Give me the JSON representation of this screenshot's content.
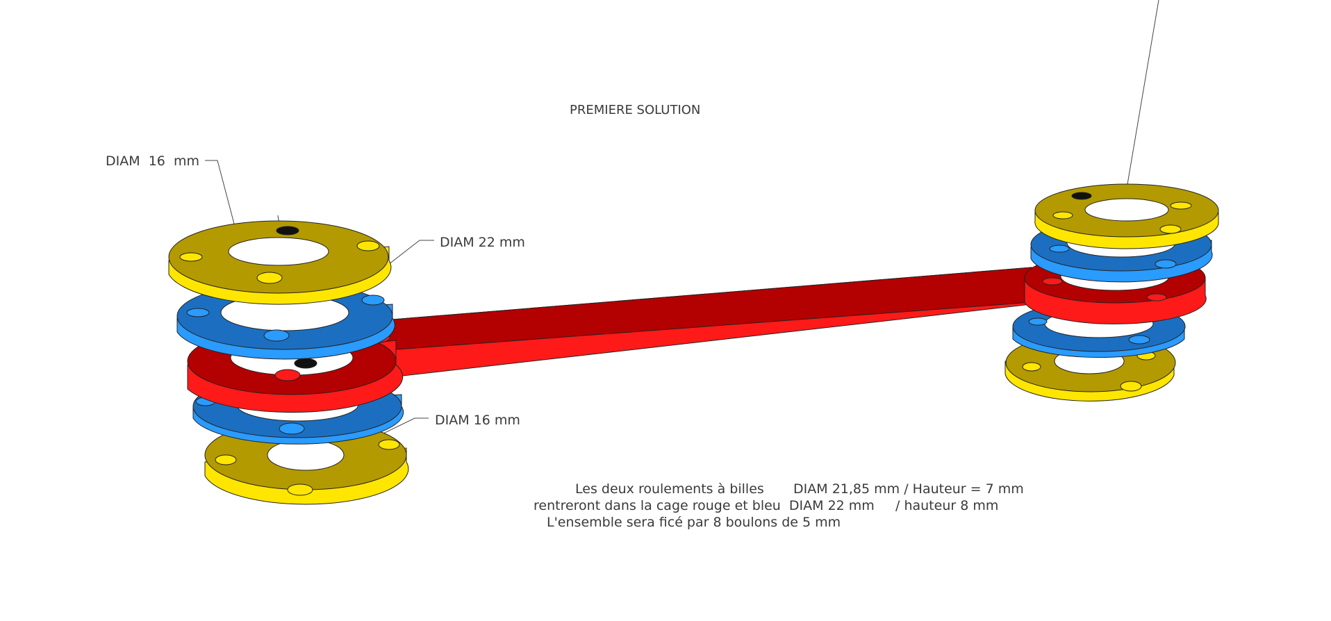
{
  "title": "PREMIERE SOLUTION",
  "labels": {
    "diam_16_top": "DIAM  16  mm",
    "diam_22": "DIAM 22 mm",
    "diam_16_bottom": "DIAM 16 mm"
  },
  "notes": [
    "Les deux roulements à billes       DIAM 21,85 mm / Hauteur = 7 mm",
    "rentreront dans la cage rouge et bleu  DIAM 22 mm     / hauteur 8 mm",
    "L'ensemble sera ficé par 8 boulons de 5 mm"
  ],
  "colors": {
    "yellow_top": "#b39a00",
    "yellow_side": "#ffe600",
    "blue_top": "#1c6fc0",
    "blue_side": "#2a9bff",
    "red_top": "#b30000",
    "red_side": "#ff1a1a",
    "hole": "#ffffff",
    "hole_dark": "#111111"
  }
}
